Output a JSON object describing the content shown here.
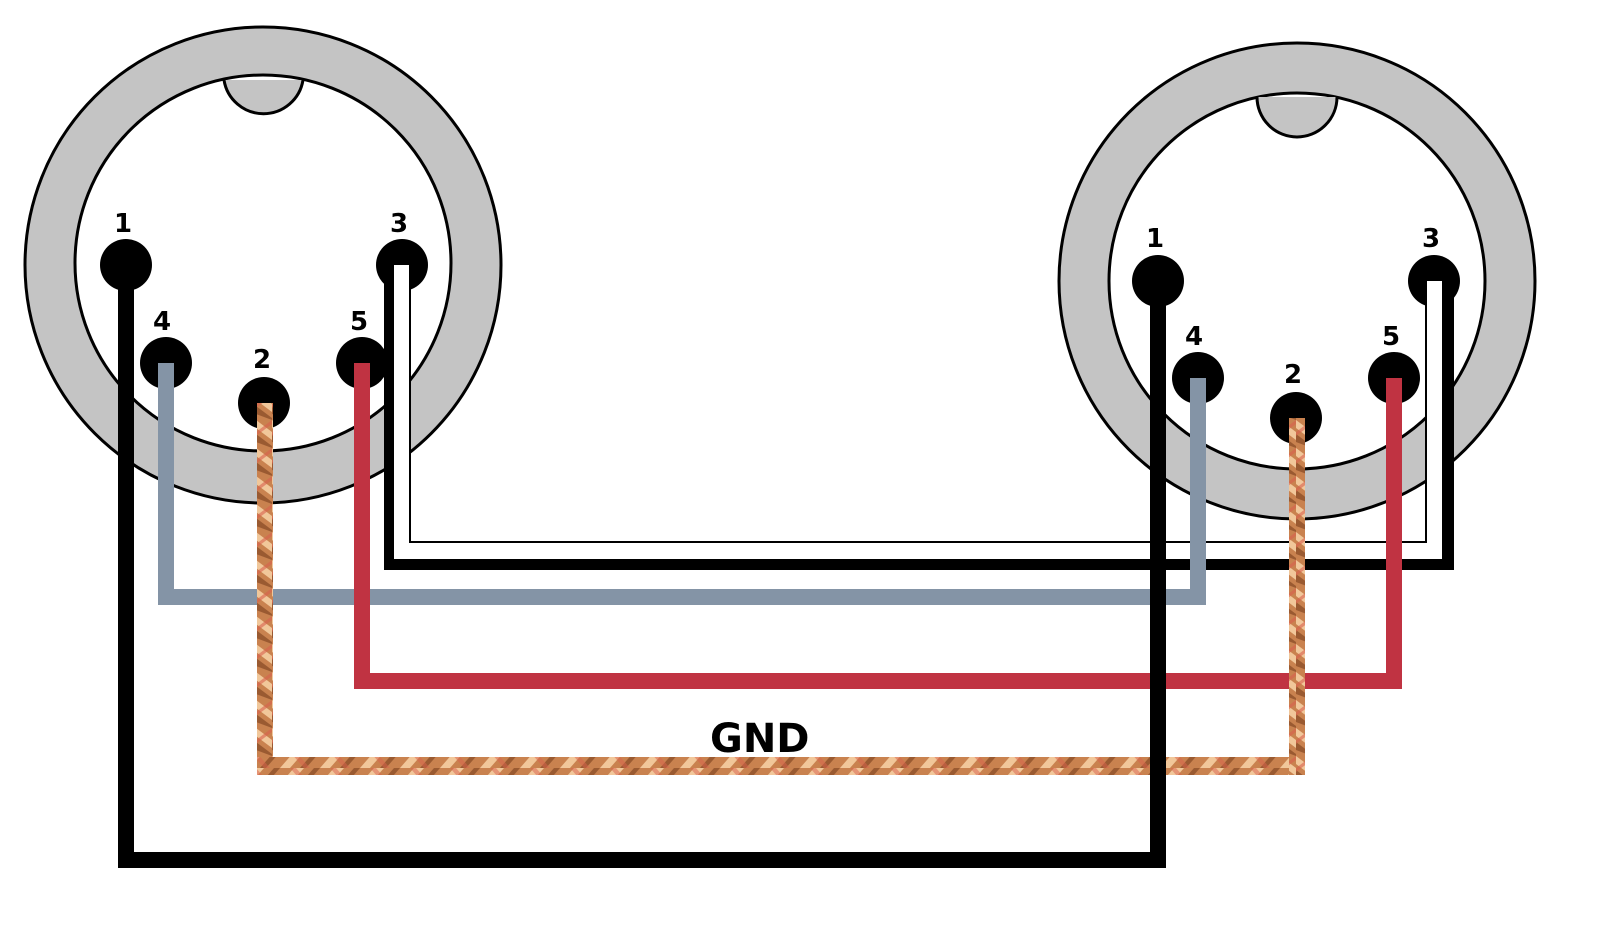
{
  "diagram": {
    "title": "5-pin DIN cable wiring",
    "gnd_label": "GND",
    "colors": {
      "shell": "#c4c4c4",
      "outline": "#000000",
      "black_wire": "#000000",
      "grey_wire": "#8494a6",
      "red_wire": "#c03342",
      "white_wire": "#ffffff",
      "copper": "#c9824f",
      "copper_light": "#f1c79a",
      "copper_dark": "#9a5a31"
    },
    "connectors": [
      {
        "id": "left",
        "pins": [
          {
            "number": "1",
            "wire": "black"
          },
          {
            "number": "4",
            "wire": "grey"
          },
          {
            "number": "2",
            "wire": "copper"
          },
          {
            "number": "5",
            "wire": "red"
          },
          {
            "number": "3",
            "wire": "white"
          }
        ]
      },
      {
        "id": "right",
        "pins": [
          {
            "number": "1",
            "wire": "black"
          },
          {
            "number": "4",
            "wire": "grey"
          },
          {
            "number": "2",
            "wire": "copper"
          },
          {
            "number": "5",
            "wire": "red"
          },
          {
            "number": "3",
            "wire": "white"
          }
        ]
      }
    ],
    "connections": [
      {
        "from": "left.1",
        "to": "right.1",
        "wire": "black"
      },
      {
        "from": "left.4",
        "to": "right.4",
        "wire": "grey"
      },
      {
        "from": "left.2",
        "to": "right.2",
        "wire": "copper",
        "label": "GND"
      },
      {
        "from": "left.5",
        "to": "right.5",
        "wire": "red"
      },
      {
        "from": "left.3",
        "to": "right.3",
        "wire": "white"
      }
    ]
  }
}
